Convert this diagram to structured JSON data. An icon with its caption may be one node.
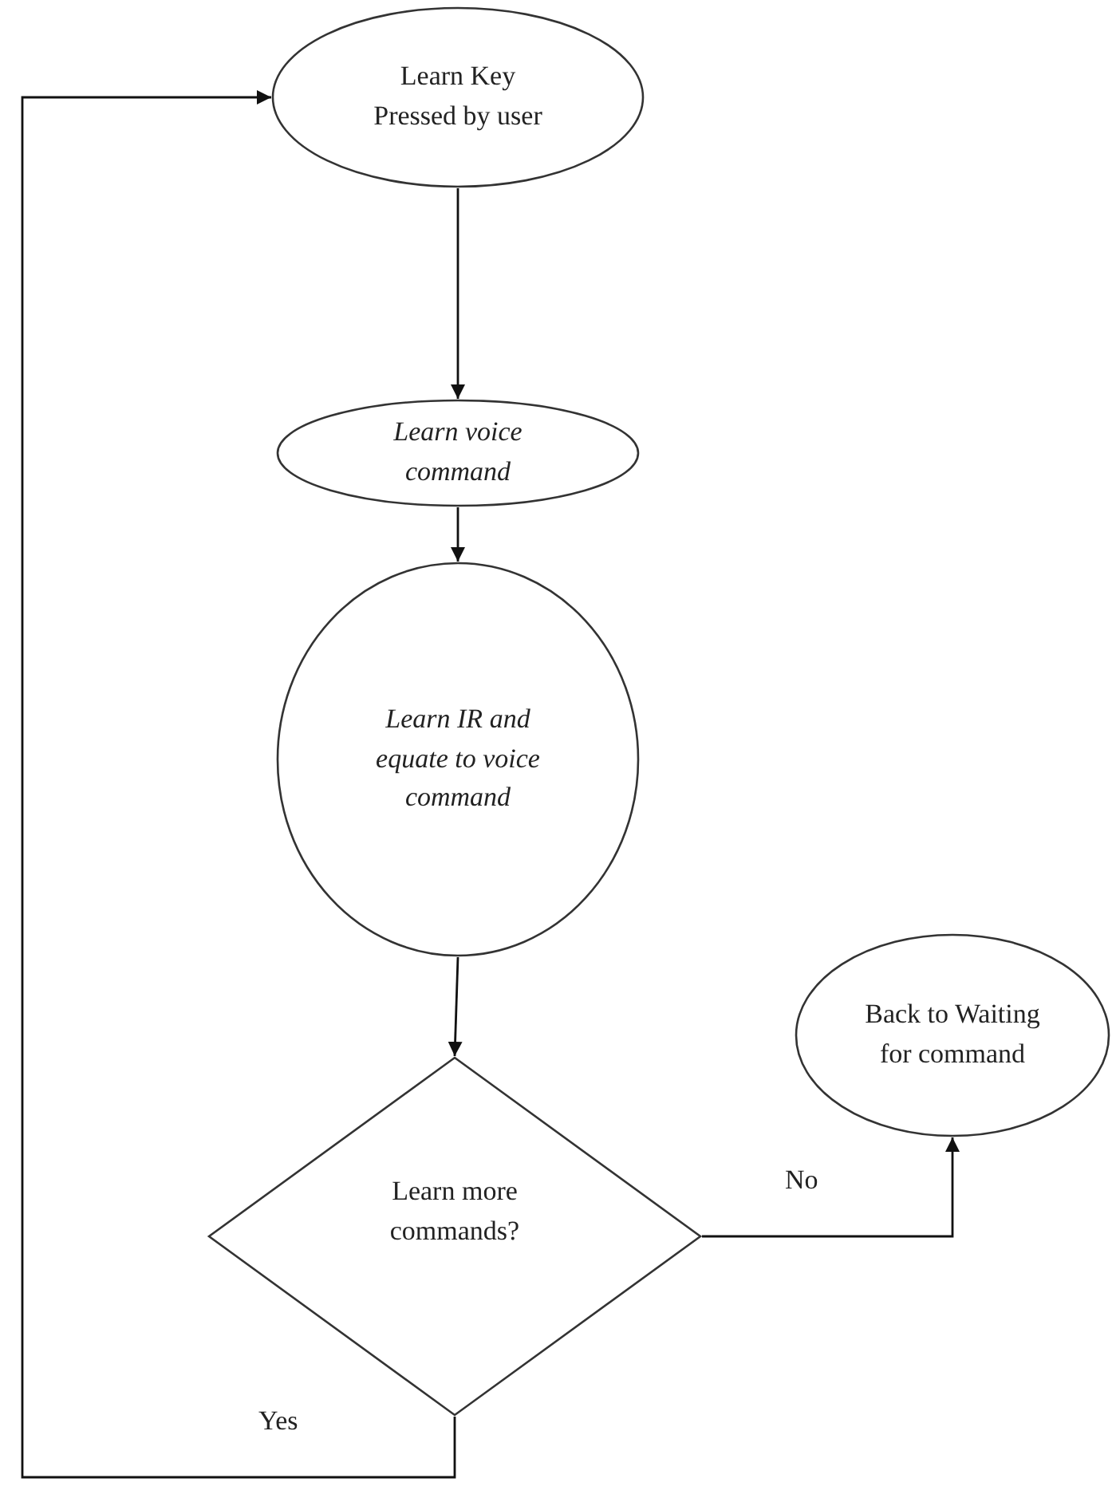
{
  "diagram": {
    "nodes": [
      {
        "text": [
          "Learn Key Pressed by user"
        ]
      },
      {
        "text": [
          "Learn voice command"
        ]
      },
      {
        "text": [
          "Learn IR and equate to voice command"
        ]
      },
      {
        "text": [
          "Learn more commands?"
        ]
      },
      {
        "text": [
          "Back to Waiting for command"
        ]
      }
    ],
    "edges": [
      {
        "from": 0,
        "to": 1,
        "arrow": "to"
      },
      {
        "from": 1,
        "to": 2,
        "arrow": "to"
      },
      {
        "from": 2,
        "to": 3,
        "arrow": "to"
      },
      {
        "from": 3,
        "to": 4,
        "arrow": "to",
        "label": "No"
      },
      {
        "from": 3,
        "to": 0,
        "arrow": "to",
        "label": "Yes"
      }
    ]
  }
}
